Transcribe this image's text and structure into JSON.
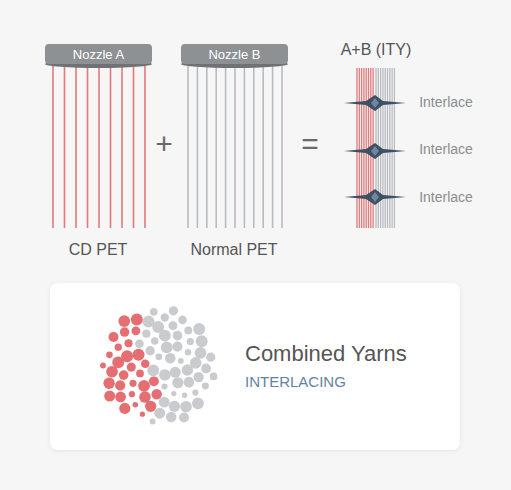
{
  "diagram": {
    "nodes": [
      {
        "text": [
          "Nozzle A"
        ]
      },
      {
        "text": [
          "Nozzle B"
        ]
      },
      {
        "text": [
          "Combined Yarns",
          "INTERLACING"
        ]
      }
    ],
    "labels": [
      "CD PET",
      "Normal PET",
      "+",
      "=",
      "A+B (ITY)",
      "Interlace",
      "Interlace",
      "Interlace"
    ]
  }
}
